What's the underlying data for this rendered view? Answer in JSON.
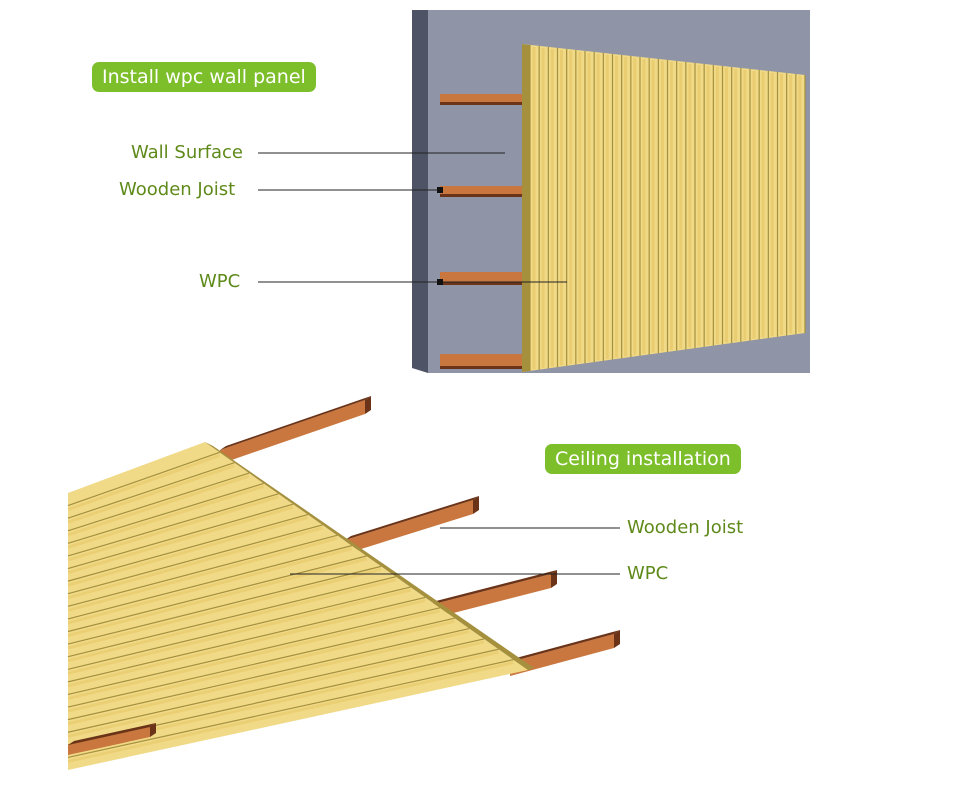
{
  "colors": {
    "wall": "#8f94a6",
    "wall_side": "#4f5366",
    "joist": "#c9773e",
    "joist_dark": "#6b3418",
    "wpc": "#f0da88",
    "wpc_rib": "#e8c869",
    "wpc_groove": "#a5903e",
    "pill": "#7dbe2b",
    "label_text": "#5f8a1a",
    "leader": "#222222"
  },
  "wall_section": {
    "title": "Install wpc wall panel",
    "labels": {
      "wall_surface": "Wall Surface",
      "wooden_joist": "Wooden Joist",
      "wpc": "WPC"
    }
  },
  "ceiling_section": {
    "title": "Ceiling installation",
    "labels": {
      "wooden_joist": "Wooden Joist",
      "wpc": "WPC"
    }
  }
}
